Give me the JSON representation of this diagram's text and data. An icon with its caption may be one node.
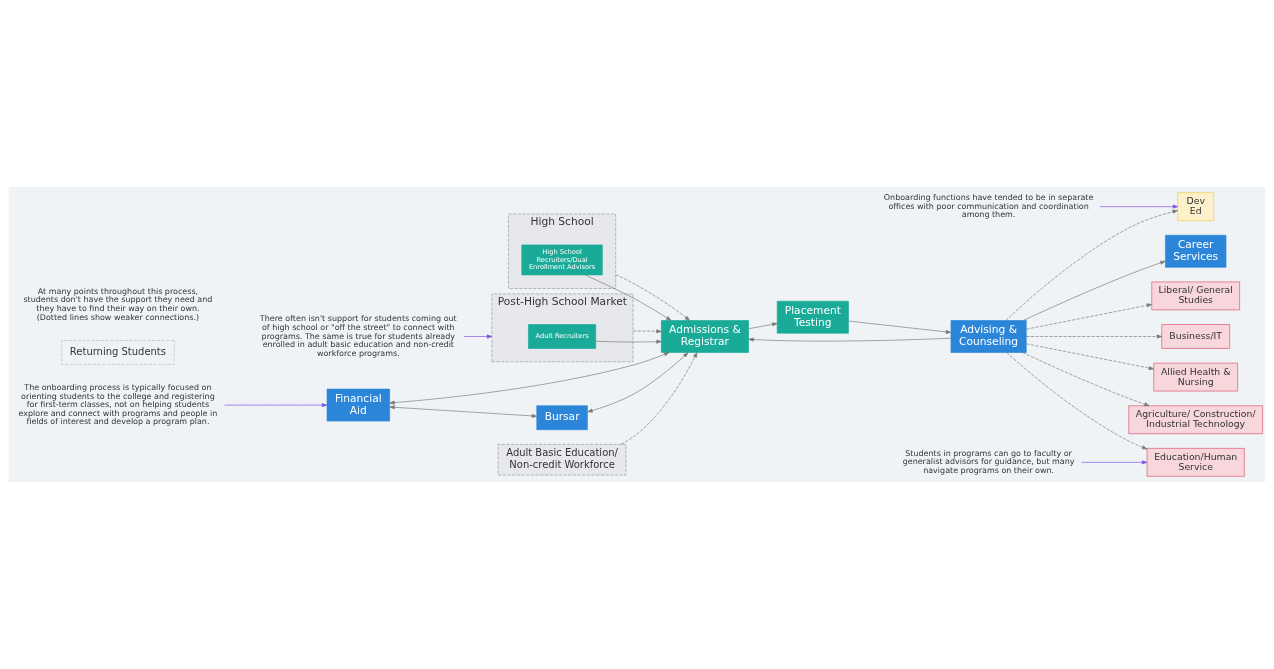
{
  "diagram": {
    "nodes": [
      {
        "text": [
          "High School"
        ]
      },
      {
        "text": [
          "High School Recruiters/Dual Enrollment Advisors"
        ],
        "in": 0
      },
      {
        "text": [
          "Post-High School Market"
        ]
      },
      {
        "text": [
          "Adult Recruiters"
        ],
        "in": 2
      },
      {
        "text": [
          "Admissions & Registrar"
        ]
      },
      {
        "text": [
          "Placement Testing"
        ]
      },
      {
        "text": [
          "Financial Aid"
        ]
      },
      {
        "text": [
          "Bursar"
        ]
      },
      {
        "text": [
          "Advising & Counseling"
        ]
      },
      {
        "text": [
          "Career Services"
        ]
      },
      {
        "text": [
          "Dev Ed"
        ]
      },
      {
        "text": [
          "Liberal/ General Studies"
        ]
      },
      {
        "text": [
          "Business/IT"
        ]
      },
      {
        "text": [
          "Education/Human Service"
        ]
      },
      {
        "text": [
          "Allied Health & Nursing"
        ]
      },
      {
        "text": [
          "Agriculture/ Construction/ Industrial Technology"
        ]
      },
      {
        "text": [
          "Adult Basic Education/ Non-credit Workforce"
        ]
      },
      {
        "text": [
          "Returning Students"
        ]
      },
      {
        "text": [
          "The onboarding process is typically focused on orienting students to the college and registering for first-term classes, not on helping students explore and connect with programs and people in fields of interest and develop a program plan."
        ]
      },
      {
        "text": [
          "Onboarding functions have tended to be in separate offices with poor communication and coordination among them."
        ]
      },
      {
        "text": [
          "Students in programs can go to faculty or generalist advisors for guidance, but many navigate programs on their own."
        ]
      },
      {
        "text": [
          "There often isn't support for students coming out of high school or \"off the street\" to connect with programs. The same is true for students already enrolled in adult basic education and non-credit workforce programs."
        ]
      }
    ],
    "edges": [
      {
        "from": 1,
        "to": 4,
        "arrow": "to"
      },
      {
        "from": 0,
        "to": 4,
        "arrow": "to",
        "style": "dashed"
      },
      {
        "from": 3,
        "to": 4,
        "arrow": "to"
      },
      {
        "from": 2,
        "to": 4,
        "arrow": "to",
        "style": "dashed"
      },
      {
        "from": 16,
        "to": 4,
        "arrow": "to",
        "style": "dashed"
      },
      {
        "from": 4,
        "to": 5,
        "arrow": "to"
      },
      {
        "from": 6,
        "to": 4,
        "arrow": "both"
      },
      {
        "from": 7,
        "to": 4,
        "arrow": "both"
      },
      {
        "from": 8,
        "to": 4,
        "arrow": "to"
      },
      {
        "from": 6,
        "to": 7,
        "arrow": "both"
      },
      {
        "from": 5,
        "to": 8,
        "arrow": "to"
      },
      {
        "from": 8,
        "to": 9,
        "arrow": "to"
      },
      {
        "from": 8,
        "to": 11,
        "arrow": "to",
        "style": "dashed"
      },
      {
        "from": 8,
        "to": 12,
        "arrow": "to",
        "style": "dashed"
      },
      {
        "from": 8,
        "to": 10,
        "arrow": "to",
        "style": "dashed"
      },
      {
        "from": 8,
        "to": 13,
        "arrow": "to",
        "style": "dashed"
      },
      {
        "from": 8,
        "to": 14,
        "arrow": "to",
        "style": "dashed"
      },
      {
        "from": 8,
        "to": 15,
        "arrow": "to",
        "style": "dashed"
      },
      {
        "from": 18,
        "to": 6,
        "arrow": "to",
        "color": "#7b4fe8"
      },
      {
        "from": 19,
        "to": 10,
        "arrow": "to",
        "color": "#7b4fe8"
      },
      {
        "from": 20,
        "to": 13,
        "arrow": "to",
        "color": "#7b4fe8"
      },
      {
        "from": 21,
        "to": 2,
        "arrow": "to",
        "color": "#7b4fe8"
      }
    ],
    "labels": [
      "At many points throughout this process, students don't have the support they need and they have to find their way on their own. (Dotted lines show weaker connections.)"
    ]
  }
}
